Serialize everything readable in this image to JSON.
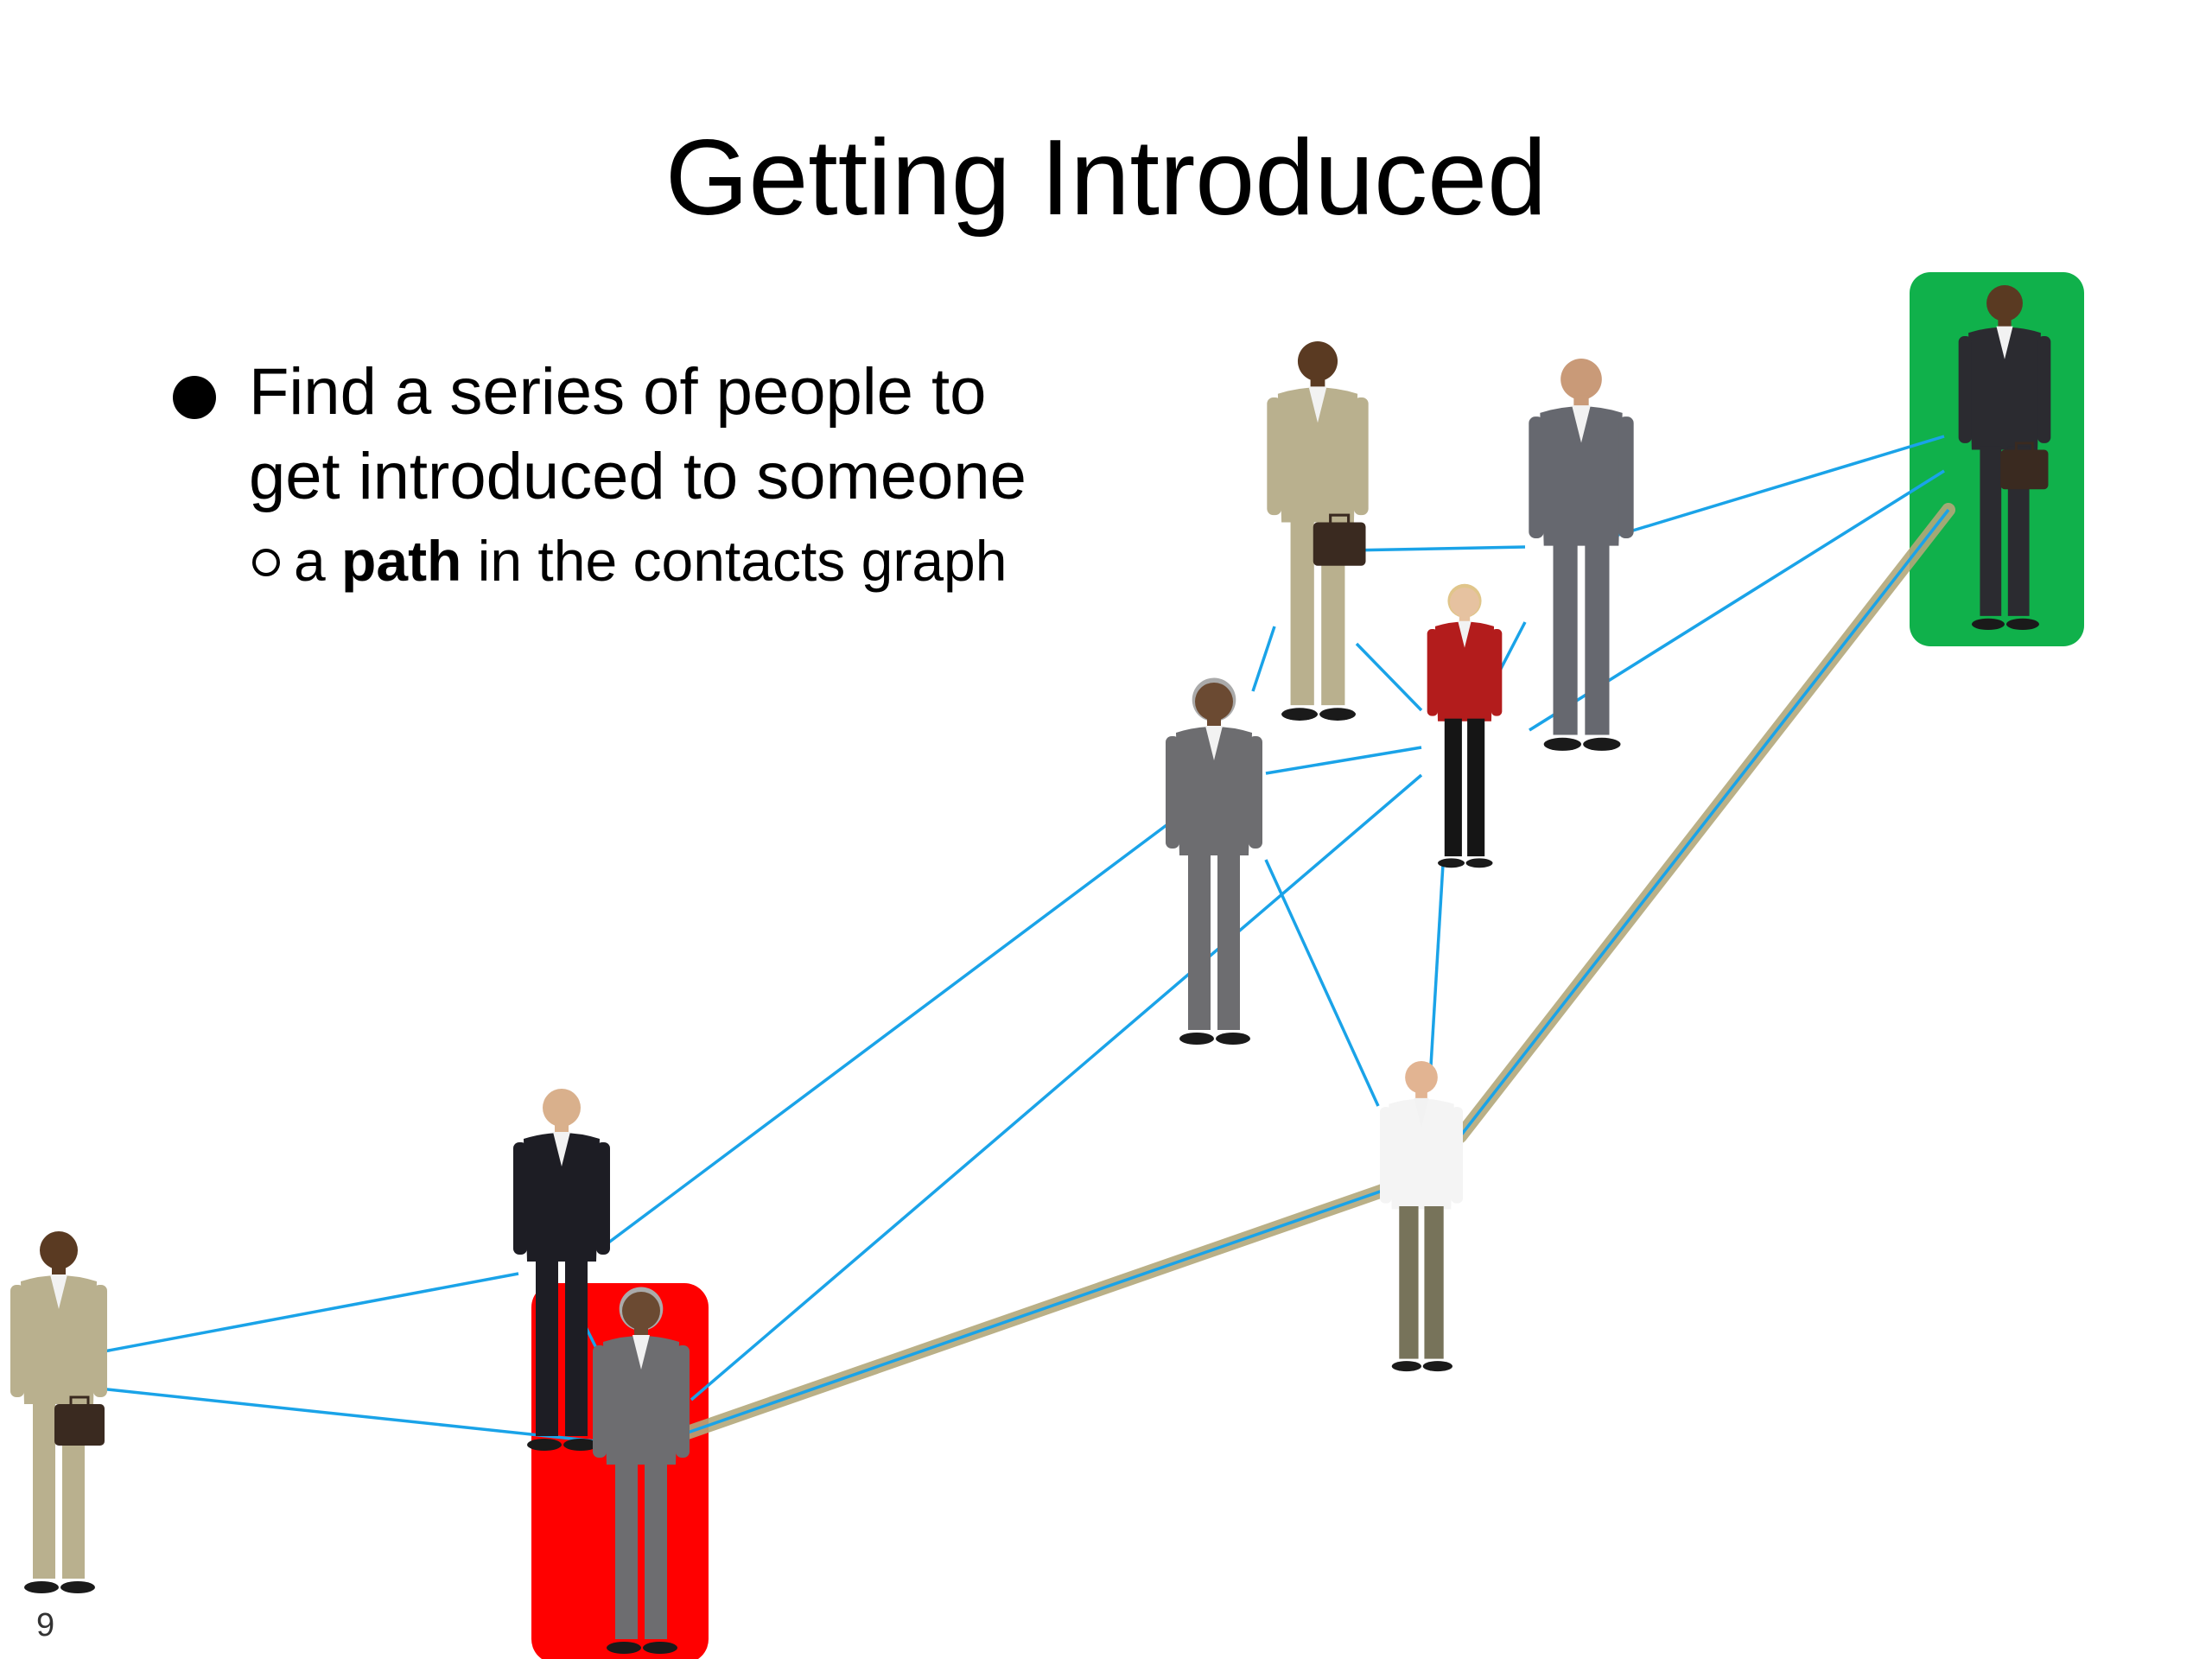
{
  "slide": {
    "title": "Getting Introduced",
    "bullet_main_line1": "Find a series of people to",
    "bullet_main_line2": "get introduced to someone",
    "sub_prefix": "a ",
    "sub_bold": "path",
    "sub_suffix": " in the contacts graph",
    "slide_number": "9"
  },
  "colors": {
    "edge": "#1aa3e8",
    "path_highlight": "#b3a77a",
    "start_box": "#ff0000",
    "target_box": "#10b14b"
  },
  "graph": {
    "nodes": [
      {
        "id": "man-tan-suit-left",
        "icon": "businessman-briefcase-icon"
      },
      {
        "id": "woman-black-suit",
        "icon": "businesswoman-thinking-icon"
      },
      {
        "id": "woman-grey-suit-start",
        "icon": "businesswoman-arms-crossed-icon",
        "role": "start"
      },
      {
        "id": "woman-grey-suit-middle",
        "icon": "businesswoman-arms-crossed-icon"
      },
      {
        "id": "man-tan-suit-top",
        "icon": "businessman-briefcase-icon"
      },
      {
        "id": "man-grey-suit-phone",
        "icon": "businessman-phone-icon"
      },
      {
        "id": "woman-red-blouse",
        "icon": "businesswoman-red-blouse-icon"
      },
      {
        "id": "doctor",
        "icon": "doctor-icon"
      },
      {
        "id": "man-dark-suit-target",
        "icon": "businessman-target-icon",
        "role": "target"
      }
    ]
  }
}
